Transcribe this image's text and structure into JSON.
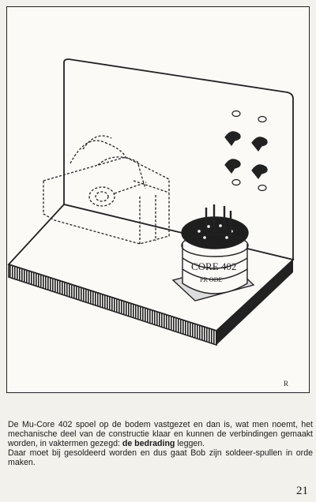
{
  "illustration": {
    "signature": "R",
    "coil_label_top": "CORE 402",
    "coil_label_bottom": "PR ODE"
  },
  "caption": {
    "part1": "De Mu-Core 402 spoel op de bodem vastgezet en dan is, wat men noemt, het mechanische deel van de constructie klaar en kunnen de verbindingen gemaakt worden, in vaktermen gezegd: ",
    "term": "de bedrading",
    "part2": " leggen.",
    "line2": "Daar moet bij gesoldeerd worden en dus gaat Bob zijn soldeer-spullen in orde maken."
  },
  "page_number": "21"
}
